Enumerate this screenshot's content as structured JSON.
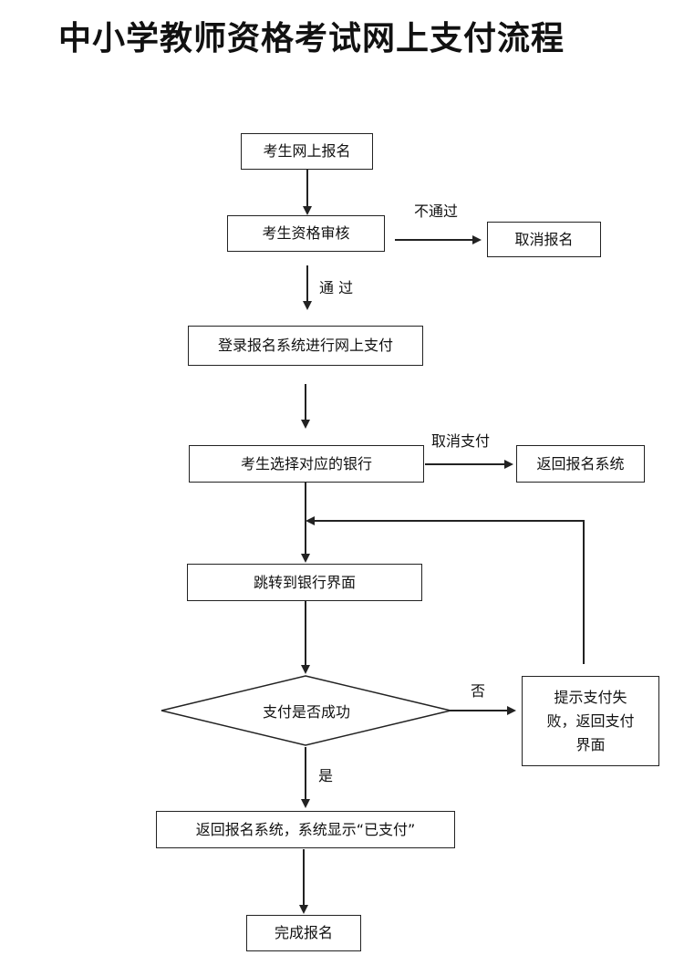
{
  "title": "中小学教师资格考试网上支付流程",
  "nodes": {
    "register": "考生网上报名",
    "review": "考生资格审核",
    "cancel_registration": "取消报名",
    "login_pay": "登录报名系统进行网上支付",
    "choose_bank": "考生选择对应的银行",
    "back_to_system": "返回报名系统",
    "bank_page": "跳转到银行界面",
    "payment_success": "支付是否成功",
    "fail_line1": "提示支付失",
    "fail_line2": "败，返回支付",
    "fail_line3": "界面",
    "return_paid": "返回报名系统，系统显示“已支付”",
    "complete": "完成报名"
  },
  "edge_labels": {
    "not_pass": "不通过",
    "pass": "通  过",
    "cancel_payment": "取消支付",
    "no": "否",
    "yes": "是"
  },
  "colors": {
    "line": "#222222",
    "background": "#ffffff",
    "text": "#111111"
  }
}
